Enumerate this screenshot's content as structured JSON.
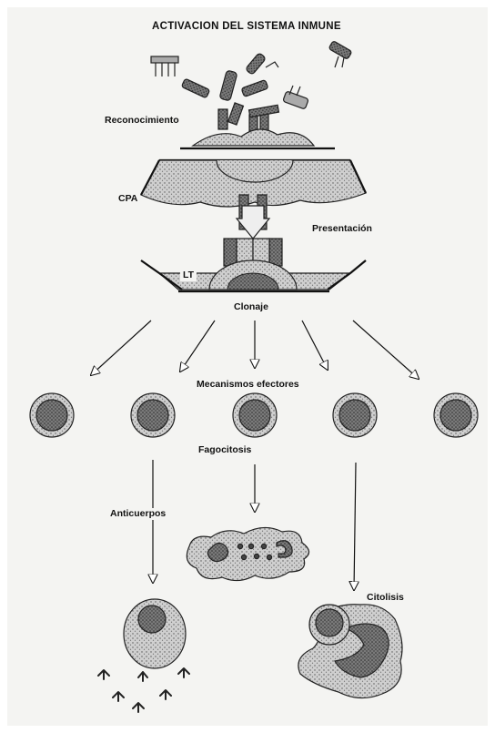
{
  "title": "ACTIVACION DEL SISTEMA INMUNE",
  "labels": {
    "recognition": "Reconocimiento",
    "apc": "CPA",
    "presentation": "Presentación",
    "t_cell": "LT",
    "cloning": "Clonaje",
    "effector_mechanisms": "Mecanismos efectores",
    "phagocytosis": "Fagocitosis",
    "antibodies": "Anticuerpos",
    "cytolysis": "Citolisis"
  },
  "colors": {
    "background": "#f4f4f2",
    "ink": "#1a1a1a",
    "cell_fill": "#8a8a8a",
    "membrane_fill": "#c9c9c9"
  }
}
